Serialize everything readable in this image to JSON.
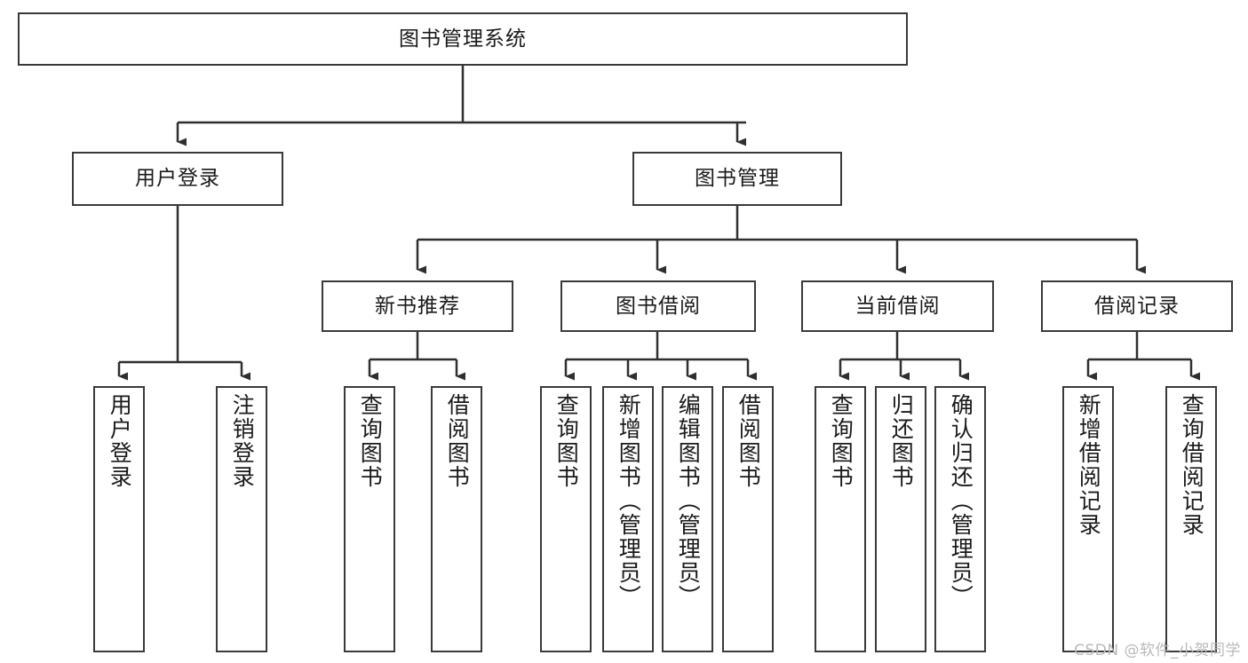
{
  "diagram": {
    "title": "图书管理系统",
    "type": "function-structure-tree",
    "colors": {
      "stroke": "#3a3a3a",
      "fill": "#ffffff",
      "text": "#1a1a1a",
      "watermark": "#b9b9b9"
    },
    "root": {
      "label": "图书管理系统"
    },
    "level1": [
      {
        "label": "用户登录"
      },
      {
        "label": "图书管理"
      }
    ],
    "level2": [
      {
        "label": "新书推荐"
      },
      {
        "label": "图书借阅"
      },
      {
        "label": "当前借阅"
      },
      {
        "label": "借阅记录"
      }
    ],
    "leaves": {
      "user_login": [
        {
          "label": "用户登录"
        },
        {
          "label": "注销登录"
        }
      ],
      "new_book": [
        {
          "label": "查询图书"
        },
        {
          "label": "借阅图书"
        }
      ],
      "book_borrow": [
        {
          "label": "查询图书"
        },
        {
          "label": "新增图书（管理员）"
        },
        {
          "label": "编辑图书（管理员）"
        },
        {
          "label": "借阅图书"
        }
      ],
      "current_borrow": [
        {
          "label": "查询图书"
        },
        {
          "label": "归还图书"
        },
        {
          "label": "确认归还（管理员）"
        }
      ],
      "borrow_record": [
        {
          "label": "新增借阅记录"
        },
        {
          "label": "查询借阅记录"
        }
      ]
    }
  },
  "watermark": "CSDN @软件_小贺同学"
}
